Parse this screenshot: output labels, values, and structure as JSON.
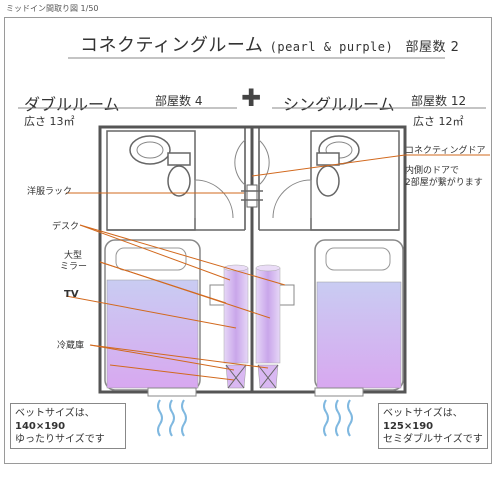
{
  "header": {
    "caption": "ミッドイン間取り図 1/50"
  },
  "title": {
    "main": "コネクティングルーム",
    "sub": "(pearl & purple)",
    "count": "部屋数 2"
  },
  "double_room": {
    "name": "ダブルルーム",
    "count": "部屋数 4",
    "area": "広さ 13㎡"
  },
  "plus": "✚",
  "single_room": {
    "name": "シングルルーム",
    "count": "部屋数 12",
    "area": "広さ 12㎡"
  },
  "labels": {
    "rack": "洋服ラック",
    "desk": "デスク",
    "mirror_line1": "大型",
    "mirror_line2": "ミラー",
    "tv": "TV",
    "fridge": "冷蔵庫"
  },
  "connecting_note": {
    "line1": "コネクティングドア",
    "line2": "内側のドアで",
    "line3": "2部屋が繋がります"
  },
  "double_bed_note": {
    "line1": "ベットサイズは、",
    "line2": "140×190",
    "line3": "ゆったりサイズです"
  },
  "single_bed_note": {
    "line1": "ベットサイズは、",
    "line2": "125×190",
    "line3": "セミダブルサイズです"
  },
  "colors": {
    "wall": "#555555",
    "bed_fill": "#d9b8f2",
    "leader_line": "#d2691e",
    "accent_blue": "#9ec8e8"
  }
}
